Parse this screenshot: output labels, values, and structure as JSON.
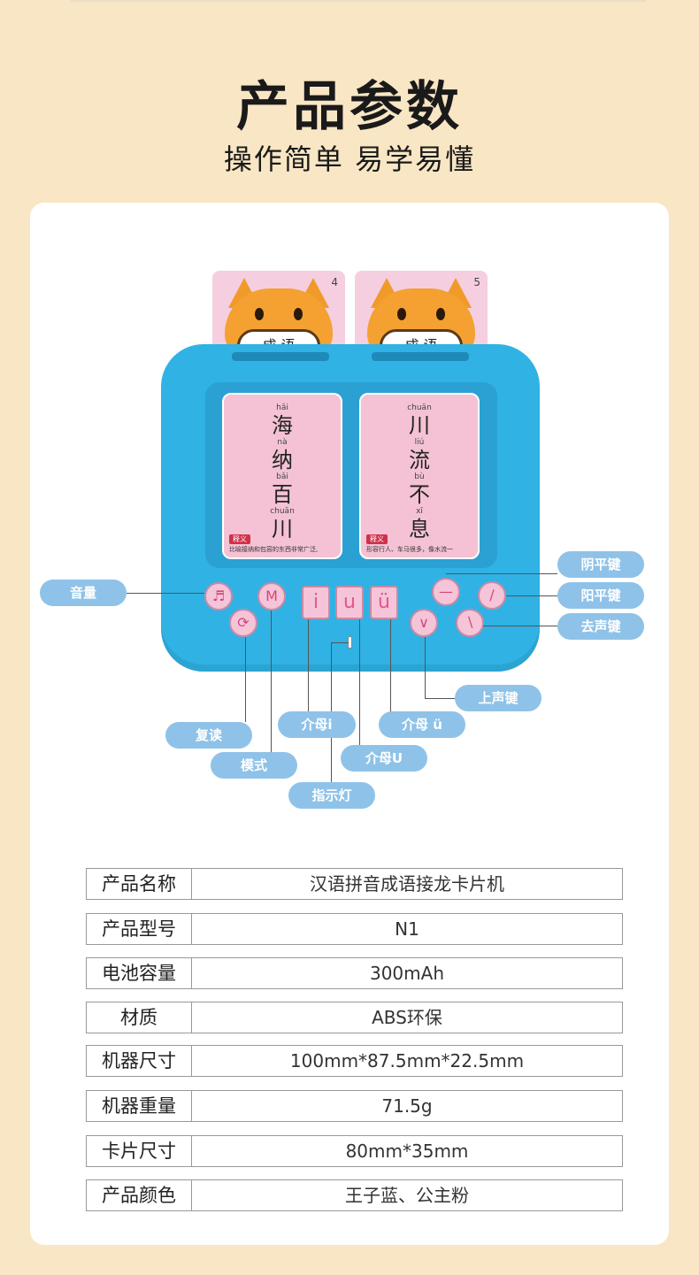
{
  "header": {
    "title": "产品参数",
    "subtitle": "操作简单  易学易懂"
  },
  "device": {
    "cards": [
      {
        "number": "4",
        "label": "成 语"
      },
      {
        "number": "5",
        "label": "成 语"
      }
    ],
    "screens": [
      {
        "pinyin": [
          "hǎi",
          "nà",
          "bǎi",
          "chuān"
        ],
        "chars": [
          "海",
          "纳",
          "百",
          "川"
        ],
        "tag": "释义",
        "meaning": "比喻接纳和包容的东西非常广泛,"
      },
      {
        "pinyin": [
          "chuān",
          "liú",
          "bù",
          "xī"
        ],
        "chars": [
          "川",
          "流",
          "不",
          "息"
        ],
        "tag": "释义",
        "meaning": "形容行人、车马很多，像水流一"
      }
    ],
    "buttons": {
      "mode": "M",
      "key_i": "i",
      "key_u": "u",
      "key_v": "ü"
    },
    "labels": {
      "volume": "音量",
      "yinping": "阴平键",
      "yangping": "阳平键",
      "qusheng": "去声键",
      "shangsheng": "上声键",
      "repeat": "复读",
      "mode": "模式",
      "final_i": "介母i",
      "final_v": "介母 ü",
      "final_u": "介母U",
      "indicator": "指示灯"
    },
    "colors": {
      "body": "#30b2e4",
      "buttons": "#f6c4d8",
      "labels": "#8fc2e8"
    }
  },
  "specs": [
    {
      "key": "产品名称",
      "value": "汉语拼音成语接龙卡片机"
    },
    {
      "key": "产品型号",
      "value": "N1"
    },
    {
      "key": "电池容量",
      "value": "300mAh"
    },
    {
      "key": "材质",
      "value": "ABS环保"
    },
    {
      "key": "机器尺寸",
      "value": "100mm*87.5mm*22.5mm"
    },
    {
      "key": "机器重量",
      "value": "71.5g"
    },
    {
      "key": "卡片尺寸",
      "value": "80mm*35mm"
    },
    {
      "key": "产品颜色",
      "value": "王子蓝、公主粉"
    }
  ]
}
